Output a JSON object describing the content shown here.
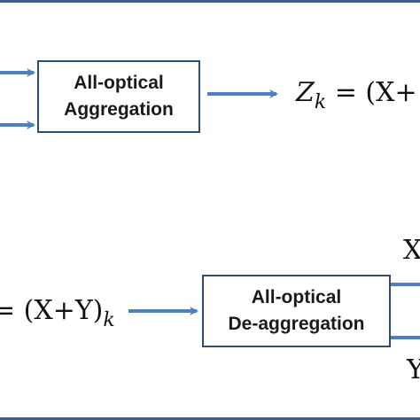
{
  "aggregation_box": {
    "line1": "All-optical",
    "line2": "Aggregation"
  },
  "deaggregation_box": {
    "line1": "All-optical",
    "line2": "De-aggregation"
  },
  "formula_top": {
    "lhs": "Z",
    "lhs_sub": "k",
    "rhs": " = (X+"
  },
  "formula_bottom": {
    "lhs": "= (X+Y)",
    "sub": "k"
  },
  "outputs": {
    "x_label": "X",
    "y_label": "Y"
  },
  "colors": {
    "arrow": "#4f7fbf",
    "box_border": "#2e4d73",
    "frame": "#3a5f8f"
  }
}
